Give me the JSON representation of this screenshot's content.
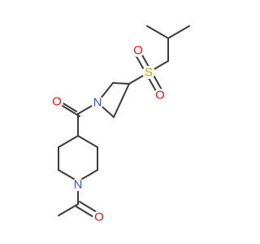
{
  "molecule": {
    "atom_labels": {
      "O_sulfonyl_top": "O",
      "S": "S",
      "O_sulfonyl_bottom": "O",
      "N_azetidine": "N",
      "O_carbonyl": "O",
      "N_piperidine": "N",
      "O_acetyl": "O"
    }
  },
  "colors": {
    "bond": "#3a3a3a",
    "oxygen": "#ff0d0d",
    "nitrogen": "#3050f8",
    "sulfur": "#c8a000"
  }
}
